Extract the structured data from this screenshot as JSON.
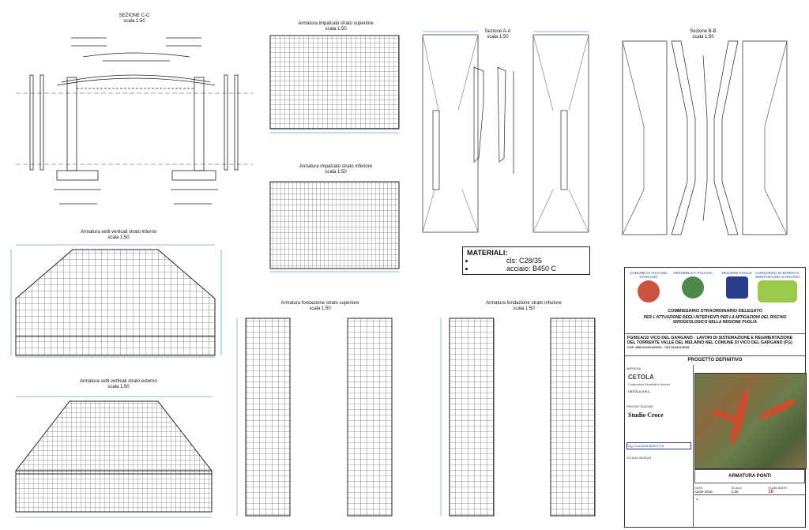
{
  "sections": {
    "sezione_cc": {
      "title": "SEZIONE C-C",
      "scale": "scala 1:50"
    },
    "sup": {
      "title": "Armatura impalcato strato superiore",
      "scale": "scala 1:50"
    },
    "inf": {
      "title": "Armatura impalcato strato inferiore",
      "scale": "scala 1:50"
    },
    "aa": {
      "title": "Sezione A-A",
      "scale": "scala 1:50"
    },
    "bb": {
      "title": "Sezione B-B",
      "scale": "scala 1:50"
    },
    "setti_int": {
      "title": "Armatura setti verticali strato interno",
      "scale": "scala 1:50"
    },
    "setti_est": {
      "title": "Armatura setti verticali strato esterno",
      "scale": "scala 1:50"
    },
    "fond_sup": {
      "title": "Armatura fondazione strato superiore",
      "scale": "scala 1:50"
    },
    "fond_inf": {
      "title": "Armatura fondazione strato inferiore",
      "scale": "scala 1:50"
    }
  },
  "materials": {
    "heading": "MATERIALI:",
    "cls": "cls: C28/35",
    "acciaio": "acciaio: B450 C"
  },
  "titleblock": {
    "logos": [
      {
        "label": "COMUNE DI VICO DEL GARGANO",
        "color": "#b63a2e",
        "icon": "town-crest"
      },
      {
        "label": "REPUBBLICA ITALIANA",
        "color": "#3f7a3a",
        "icon": "republic-emblem"
      },
      {
        "label": "REGIONE PUGLIA",
        "color": "#2a3d8a",
        "icon": "region-crest"
      },
      {
        "label": "CONSORZIO DI BONIFICA MONTANA DEL GARGANO",
        "color": "#8bbf3a",
        "icon": "consortium-logo"
      }
    ],
    "commissioner": "COMMISSARIO STRAORDINARIO DELEGATO",
    "mission": "PER L'ATTUAZIONE DEGLI INTERVENTI PER LA MITIGAZIONI DEL RISCHIO IDROGEOLOGICO NELLA REGIONE PUGLIA",
    "project_line1": "FG081A/10 VICO DEL GARGANO - LAVORI DI SISTEMAZIONE E REGIMENTAZIONE",
    "project_line2": "DEL TORRENTE VALLE DEL MELAINO NEL COMUNE DI VICO DEL GARGANO (FG)",
    "cup": "CUP J85D12000180003 - CIG 9144219E9A",
    "phase": "PROGETTO DEFINITIVO",
    "impresa_label": "IMPRESA",
    "company1": "CETOLA",
    "company1_sub": "Costruzioni Generali e Servizi",
    "company1_stamp": "CETOLA S.R.L.",
    "progettazione_label": "PROGETTAZIONE",
    "company2": "Studio Croce",
    "stamp_engineer": "Ing. CLAUDIA MAROTTA",
    "studio3": "STUDIO INGEAS",
    "drawing_title": "ARMATURA PONTI",
    "date_label": "DATA",
    "date": "Aprile 2016",
    "scale_label": "SCALA",
    "scale": "1:50",
    "sheet_label": "ELABORATO",
    "sheet": "10",
    "rev": "1"
  }
}
